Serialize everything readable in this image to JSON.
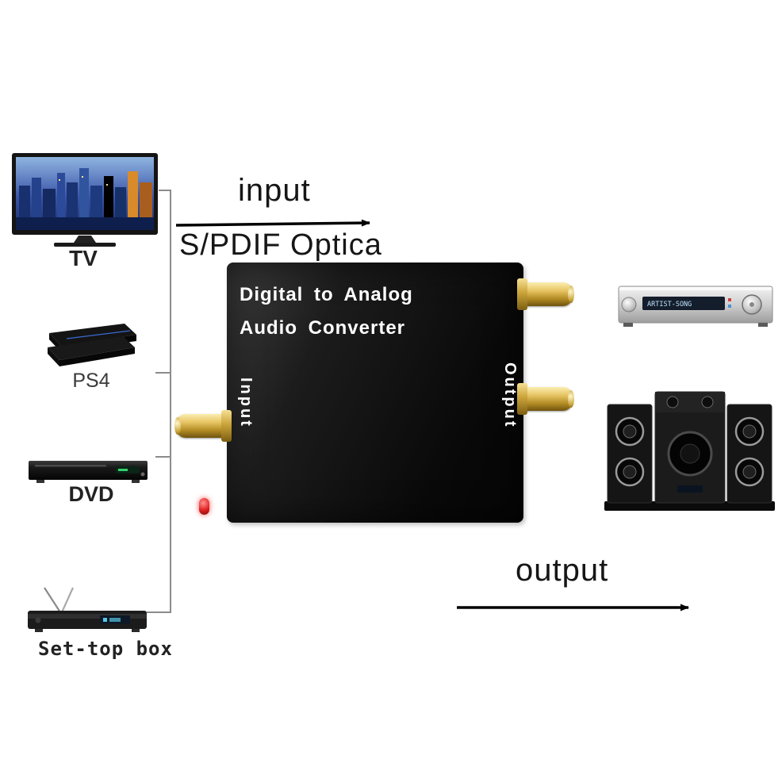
{
  "annotations": {
    "input_label": "input",
    "signal_label": "S/PDIF Optica",
    "output_label": "output"
  },
  "converter": {
    "title_line1": "Digital to Analog",
    "title_line2": "Audio Converter",
    "input_port_label": "Input",
    "output_port_label": "Output"
  },
  "source_devices": {
    "tv": {
      "label": "TV"
    },
    "ps4": {
      "label": "PS4"
    },
    "dvd": {
      "label": "DVD"
    },
    "settop": {
      "label": "Set-top box"
    }
  },
  "amplifier": {
    "display": "ARTIST-SONG"
  },
  "colors": {
    "arrow": "#000000",
    "bracket": "#8c8c8c",
    "converter_body": "#111111",
    "rca_gold": "#d9b04a",
    "led_red": "#d42121"
  }
}
